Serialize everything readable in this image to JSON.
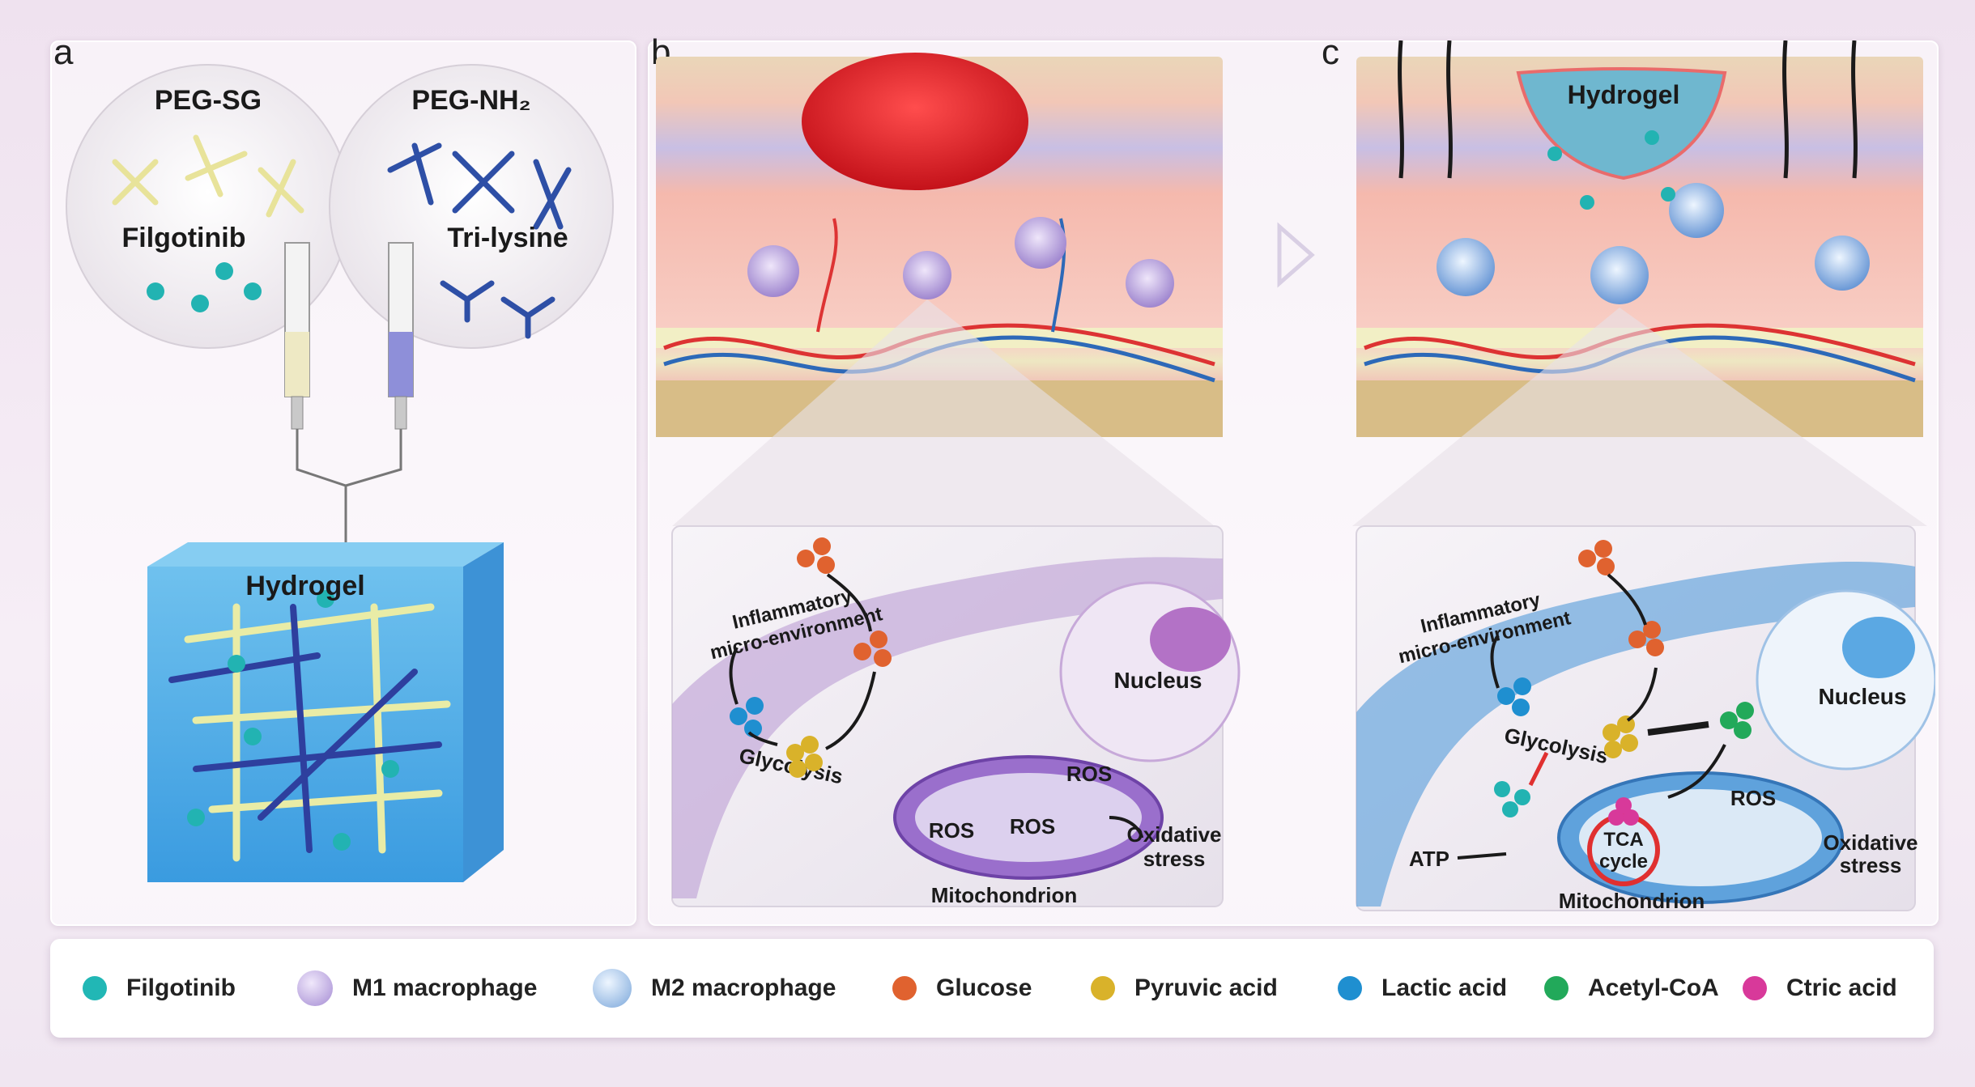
{
  "panels": {
    "a": {
      "label": "a",
      "peg_sg": "PEG-SG",
      "peg_nh2": "PEG-NH₂",
      "filgotinib": "Filgotinib",
      "trilysine": "Tri-lysine",
      "hydrogel": "Hydrogel"
    },
    "b": {
      "label": "b",
      "inflammatory": "Inflammatory",
      "micro_env": "micro-environment",
      "nucleus": "Nucleus",
      "glycolysis": "Glycolysis",
      "ros": "ROS",
      "oxidative": "Oxidative",
      "stress": "stress",
      "mitochondrion": "Mitochondrion"
    },
    "c": {
      "label": "c",
      "hydrogel": "Hydrogel",
      "inflammatory": "Inflammatory",
      "micro_env": "micro-environment",
      "nucleus": "Nucleus",
      "glycolysis": "Glycolysis",
      "ros": "ROS",
      "tca": "TCA",
      "cycle": "cycle",
      "atp": "ATP",
      "oxidative": "Oxidative",
      "stress": "stress",
      "mitochondrion": "Mitochondrion"
    }
  },
  "legend": [
    {
      "label": "Filgotinib",
      "icon": "filgotinib-icon",
      "color": "#21b7b5"
    },
    {
      "label": "M1 macrophage",
      "icon": "m1-macrophage-icon",
      "color": "#b8a2d8"
    },
    {
      "label": "M2 macrophage",
      "icon": "m2-macrophage-icon",
      "color": "#a8c8ea"
    },
    {
      "label": "Glucose",
      "icon": "glucose-icon",
      "color": "#e0622f"
    },
    {
      "label": "Pyruvic acid",
      "icon": "pyruvic-acid-icon",
      "color": "#d9b22a"
    },
    {
      "label": "Lactic acid",
      "icon": "lactic-acid-icon",
      "color": "#1f8fd0"
    },
    {
      "label": "Acetyl-CoA",
      "icon": "acetyl-coa-icon",
      "color": "#22a95a"
    },
    {
      "label": "Ctric acid",
      "icon": "citric-acid-icon",
      "color": "#d8399a"
    }
  ]
}
